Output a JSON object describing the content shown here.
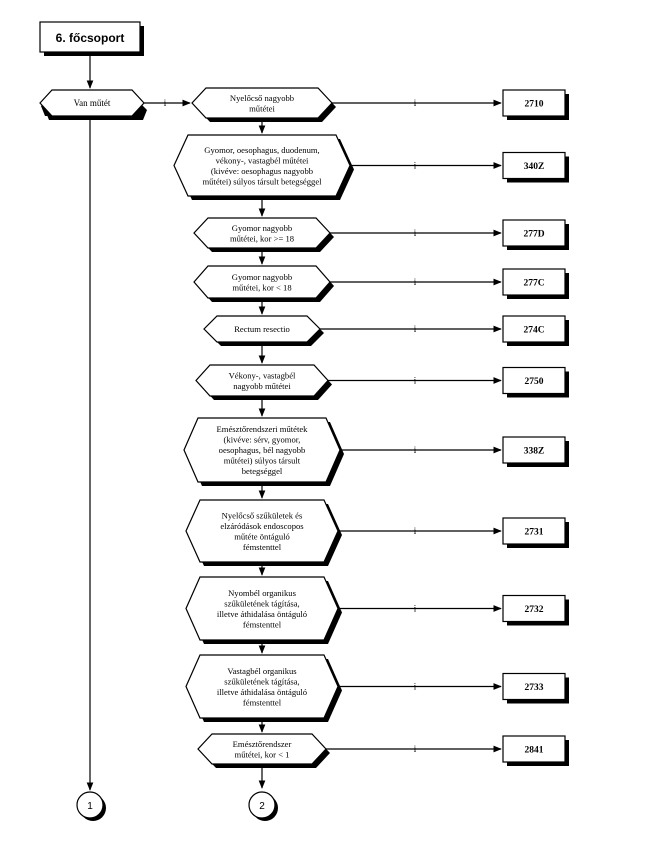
{
  "header": {
    "label": "6. főcsoport"
  },
  "start_decision": {
    "label": "Van műtét",
    "yes": "i"
  },
  "steps": [
    {
      "lines": [
        "Nyelőcső nagyobb",
        "műtétei"
      ],
      "yes": "i",
      "code": "2710"
    },
    {
      "lines": [
        "Gyomor, oesophagus, duodenum,",
        "vékony-, vastagbél műtétei",
        "(kivéve: oesophagus nagyobb",
        "műtétei) súlyos társult betegséggel"
      ],
      "yes": "i",
      "code": "340Z"
    },
    {
      "lines": [
        "Gyomor nagyobb",
        "műtétei, kor >= 18"
      ],
      "yes": "i",
      "code": "277D"
    },
    {
      "lines": [
        "Gyomor nagyobb",
        "műtétei, kor < 18"
      ],
      "yes": "i",
      "code": "277C"
    },
    {
      "lines": [
        "Rectum resectio"
      ],
      "yes": "i",
      "code": "274C"
    },
    {
      "lines": [
        "Vékony-, vastagbél",
        "nagyobb műtétei"
      ],
      "yes": "i",
      "code": "2750"
    },
    {
      "lines": [
        "Emésztőrendszeri műtétek",
        "(kivéve: sérv, gyomor,",
        "oesophagus, bél nagyobb",
        "műtétei) súlyos társult",
        "betegséggel"
      ],
      "yes": "i",
      "code": "338Z"
    },
    {
      "lines": [
        "Nyelőcső szűkületek és",
        "elzáródások endoscopos",
        "műtéte öntáguló",
        "fémstenttel"
      ],
      "yes": "i",
      "code": "2731"
    },
    {
      "lines": [
        "Nyombél organikus",
        "szűkületének tágítása,",
        "illetve áthidalása öntáguló",
        "fémstenttel"
      ],
      "yes": "i",
      "code": "2732"
    },
    {
      "lines": [
        "Vastagbél organikus",
        "szűkületének tágítása,",
        "illetve áthidalása öntáguló",
        "fémstenttel"
      ],
      "yes": "i",
      "code": "2733"
    },
    {
      "lines": [
        "Emésztőrendszer",
        "műtétei, kor < 1"
      ],
      "yes": "i",
      "code": "2841"
    }
  ],
  "connectors": [
    {
      "label": "1"
    },
    {
      "label": "2"
    }
  ],
  "colors": {
    "stroke": "#000000",
    "fill": "#ffffff",
    "shadow": "#000000"
  }
}
